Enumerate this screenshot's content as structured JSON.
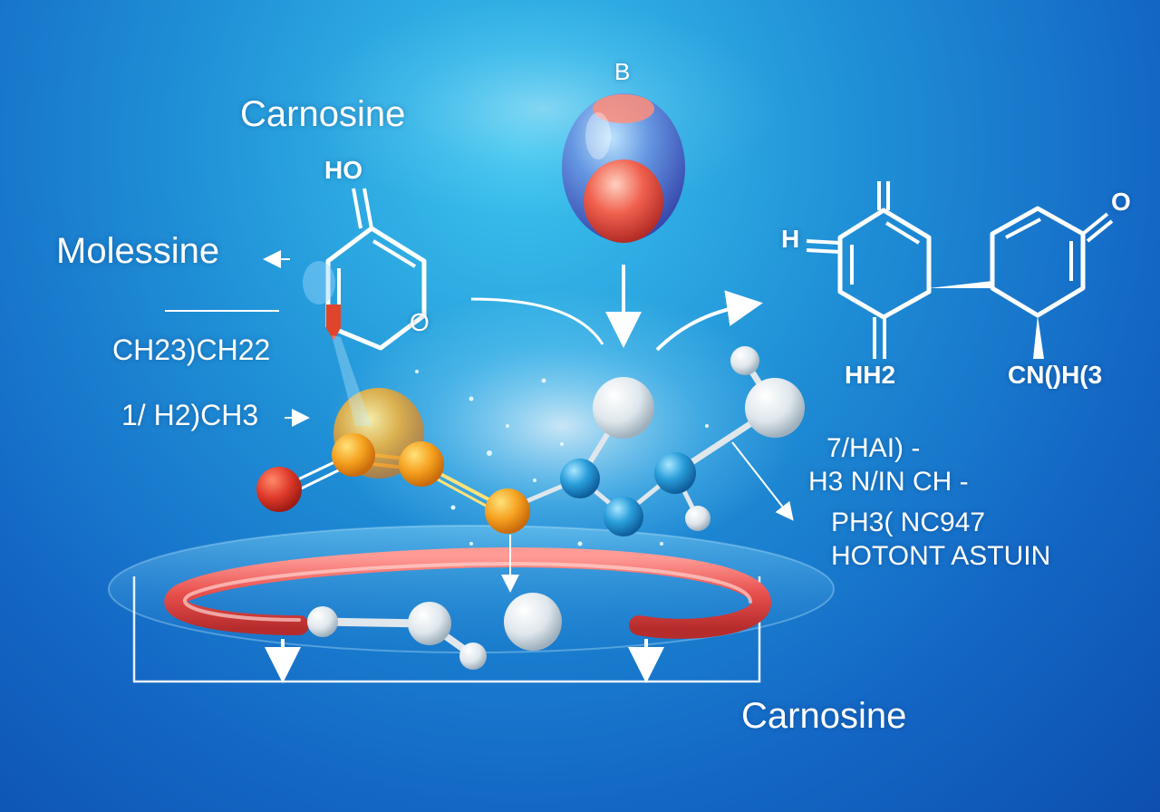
{
  "labels": {
    "carnosine_top": "Carnosine",
    "molessine": "Molessine",
    "formula_ch23": "CH23)CH22",
    "formula_h2ch3": "1/ H2)CH3",
    "bubble_label": "B",
    "ring_ho": "HO",
    "ring_o": "O",
    "right_h": "H",
    "right_o": "O",
    "right_hh2": "HH2",
    "right_cn": "CN()H(3",
    "right_line1": "7/HAI) -",
    "right_line2": "H3 N/IN CH -",
    "right_line3": "PH3( NC947",
    "right_line4": "HOTONT ASTUIN",
    "carnosine_bottom": "Carnosine"
  },
  "colors": {
    "bg_light": "#3cc4ee",
    "bg_dark": "#0d4fae",
    "orange_atom": "#f39a1e",
    "red_atom": "#e03b2c",
    "blue_atom": "#2a9fdc",
    "white_atom": "#e8eef2",
    "ring_band": "#e8504d"
  },
  "icons": [
    "arrow-left-icon",
    "arrow-right-icon",
    "arrow-down-icon",
    "curved-arrow-icon",
    "bubble-icon"
  ]
}
